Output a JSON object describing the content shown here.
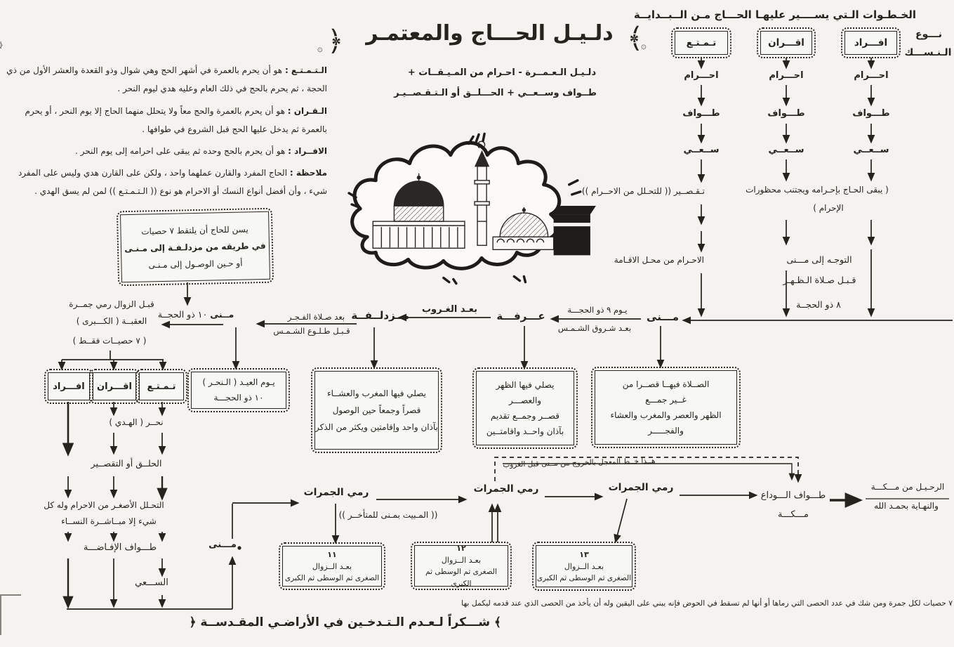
{
  "palette": {
    "paper": "#f4f3ef",
    "ink": "#26231e"
  },
  "header": {
    "ornament_right": "﴾",
    "ornament_left": "﴿",
    "flower": "۞",
    "title": "دلـيـل الحـــاج والمعتمـر",
    "umrah_line1": "دلـيـل الـعـمــرة  -  احـرام من المـيـقــات +",
    "umrah_line2": "طــواف وســعــي  +  الحـــلــق أو الـتـقـصــيـر"
  },
  "steps_panel": {
    "title": "الخـطـوات الـتي يســــير عليهـا الحـــاج مـن الــبــدايــة",
    "nusuk_line1": "نـــوع",
    "nusuk_line2": "الـنـســـك",
    "types": [
      {
        "name": "تـمـتـع",
        "steps": [
          "احـــرام",
          "طـــواف",
          "ســعــي"
        ]
      },
      {
        "name": "اقـــران",
        "steps": [
          "احـــرام",
          "طـــواف",
          "ســعــي"
        ]
      },
      {
        "name": "افـــراد",
        "steps": [
          "احـــرام",
          "طـــواف",
          "ســعــي"
        ]
      }
    ],
    "tamattu_branch": {
      "cut": "تـقـصــير (( للتحـلل من الاحــرام ))",
      "ihram_home": "الاحـرام من محـل الاقـامة"
    },
    "qiran_ifrad_branch": {
      "stay_line1": "( يبقى الحـاج بإحـرامه ويجتنب محظورات",
      "stay_line2": "الإحرام )",
      "go_mina": "التوجـه إلى مـــنى",
      "before_dhuhr": "قـبـل صـلاة الـظـهـر",
      "date8": "٨ ذو الحجــة"
    }
  },
  "definitions": [
    {
      "term": "الـتـمـتـع :",
      "text": "هو أن يحرم بالعمرة في أشهر الحج وهي شوال وذو القعدة والعشر الأول من ذي الحجة ، ثم يحرم بالحج في ذلك العام وعليه هدي ليوم النحر ."
    },
    {
      "term": "الـقـران :",
      "text": "هو أن يحرم بالعمرة والحج معاً ولا يتحلل منهما الحاج إلا يوم النحر ، أو يحرم بالعمرة ثم يدخل عليها الحج قبل الشروع في طوافها ."
    },
    {
      "term": "الافــراد :",
      "text": "هو أن يحرم بالحج وحده ثم يبقى على احرامه إلى يوم النحر ."
    },
    {
      "term": "ملاحظة :",
      "text": "الحاج المفرد والقارن عملهما واحد ، ولكن على القارن هدي وليس على المفرد شيء ، وأن أفضل أنواع النسك أو الاحرام هو نوع (( الـتـمـتـع )) لمن لم يسق الهدي ."
    }
  ],
  "pebbles_box": {
    "line1": "يسن للحاج أن يلتقط ٧ حصيات",
    "line2": "في طريقه من مزدلـفـة إلى مـنـى",
    "line3": "أو حـين الوصـول إلى مـنـى"
  },
  "main_flow": {
    "mina8": "مـــنى",
    "day9_label1": "يـوم ٩ ذو الحجـــة",
    "day9_label2": "بعـد شـروق الشـمـس",
    "arafah": "عـــرفـــة",
    "sunset_label": "بعـد الغـروب",
    "muzdalifah": "مــزدلــفــة",
    "fajr_label": "بعد صـلاة الفـجـر",
    "sunrise_label": "قـبـل طـلـوع الشـمـس",
    "mina10_name": "مــنى",
    "mina10_date": "١٠ ذو الحجــة",
    "aqaba_line1": "قبـل الزوال رمي جمــرة",
    "aqaba_line2": "العقبــة ( الكـــبرى )",
    "aqaba_line3": "( ٧ حصيــات فقــط )"
  },
  "camp_boxes": {
    "muzdalifah": {
      "lines": [
        "يصلي فيها المغرب والعشــاء",
        "قصراً وجمعاً حين الوصول",
        "بآذان واحد وإقامتين ويكثر من الذكر"
      ]
    },
    "arafah": {
      "lines": [
        "يصلي فيها الظهر",
        "والعصـــر",
        "قصــر وجمــع تقديم",
        "بآذان واحــد واقامتــين"
      ]
    },
    "mina": {
      "lines": [
        "الصــلاة فيهــا قصــرا من",
        "غــير جمـــع",
        "الظهر والعصر والمغرب والعشاء",
        "والفجـــــر"
      ]
    },
    "eid": {
      "line1": "يـوم العيـد ( الـنحـر )",
      "line2": "١٠ ذو الحجـــة"
    }
  },
  "sacrifice_flow": {
    "types": [
      "افـــراد",
      "اقـــران",
      "تـمـتـع"
    ],
    "nahr": "نحــر ( الهـدي )",
    "halq": "الحلــق أو التقصــير",
    "tahallul_line1": "التحـلل الأصغـر من الاحرام وله كل",
    "tahallul_line2": "شيء إلا مبــاشــرة النســاء",
    "ifadah": "طـــواف الإفـاضـــة",
    "say": "الســـعي",
    "mina_node": "مـــنى"
  },
  "jamarat": {
    "label": "رمي الجمرات",
    "muta_akhir": "(( المـبيت بمـنى للمتأخــر ))",
    "express_label": "هــذا خــط المعجل بالخروج من مــنى قبل الغروب",
    "days": [
      {
        "num": "١١",
        "line1": "بعـد الــزوال",
        "line2": "الصغرى ثم الوسطى ثم الكبرى"
      },
      {
        "num": "١٢",
        "line1": "بعـد الــزوال",
        "line2": "الصغرى ثم الوسطى ثم الكبرى"
      },
      {
        "num": "١٣",
        "line1": "بعـد الــزوال",
        "line2": "الصغرى ثم الوسطى ثم الكبرى"
      }
    ]
  },
  "farewell": {
    "tawaf": "طـــواف الـــوداع",
    "mecca": "مـــكـــة",
    "depart_line1": "الرحـيـل من مـــكـــة",
    "depart_line2": "والنهـاية بحمـد الله"
  },
  "footnote": "٧ حصيات لكل جمرة ومن شك في عدد الحصى التي رماها أو أنها لم تسقط في الحوض فإنه يبني على اليقين وله أن يأخذ من الحصى الذي عند قدمه ليكمل بها",
  "footer": "﴾  شـــكراً لـعـدم الـتـدخـين في الأراضـي المقـدســة  ﴿"
}
